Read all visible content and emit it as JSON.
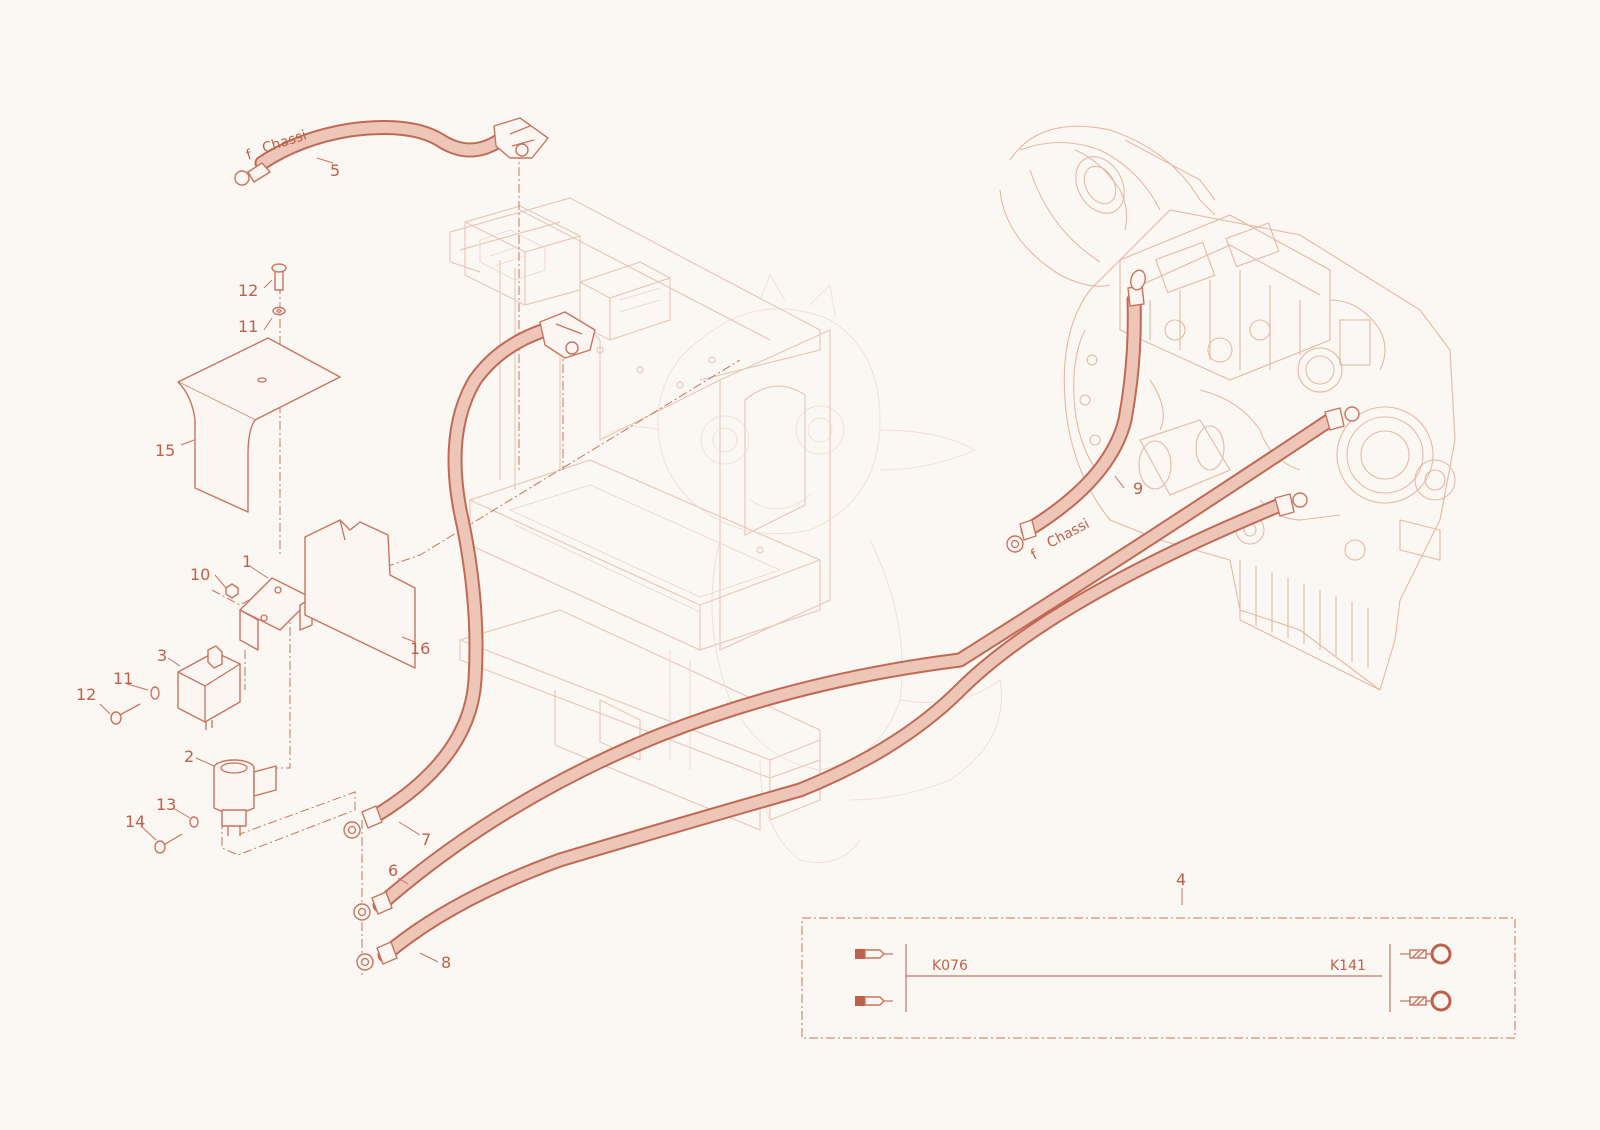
{
  "callouts": {
    "c1": "1",
    "c2": "2",
    "c3": "3",
    "c4": "4",
    "c5": "5",
    "c6": "6",
    "c7": "7",
    "c8": "8",
    "c9": "9",
    "c10": "10",
    "c11a": "11",
    "c11b": "11",
    "c12a": "12",
    "c12b": "12",
    "c13": "13",
    "c14": "14",
    "c15": "15",
    "c16": "16"
  },
  "labels": {
    "chassi_top_f": "f",
    "chassi_top": "Chassi",
    "chassi_engine_f": "f",
    "chassi_engine": "Chassi"
  },
  "wiring_harness": {
    "left_code": "K076",
    "right_code": "K141"
  },
  "colors": {
    "accent": "#c0604a",
    "cable": "#eec6b8",
    "ghost": "#e8c9bc",
    "background": "#fbf8f3"
  }
}
